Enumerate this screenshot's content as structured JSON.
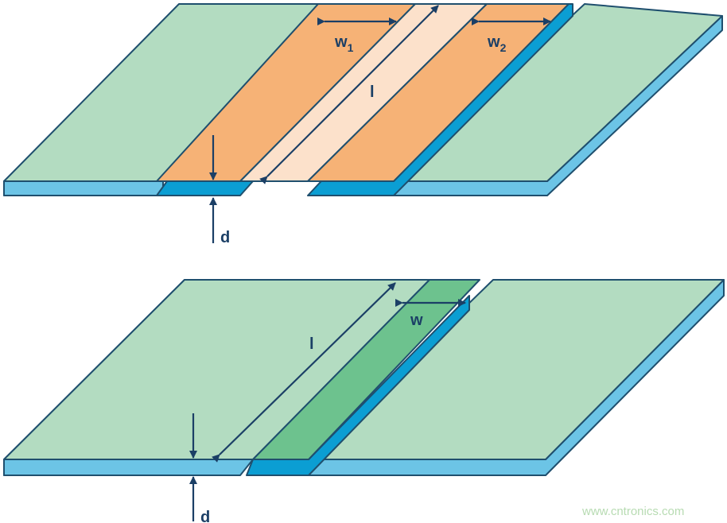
{
  "top_diagram": {
    "label_w1_base": "w",
    "label_w1_sub": "1",
    "label_w2_base": "w",
    "label_w2_sub": "2",
    "label_length": "l",
    "label_thickness": "d"
  },
  "bottom_diagram": {
    "label_width": "w",
    "label_length": "l",
    "label_thickness": "d"
  },
  "watermark": "www.cntronics.com",
  "colors": {
    "plate_light_green": "#b3dcc1",
    "plate_blue_edge": "#6cc4e6",
    "conductor_orange": "#f6b276",
    "gap_peach": "#fce1cb",
    "conductor_blue_edge": "#0b9ed3",
    "strip_green": "#6dc28e",
    "outline": "#1f4f6e",
    "dimension_arrow": "#1b3f66"
  }
}
